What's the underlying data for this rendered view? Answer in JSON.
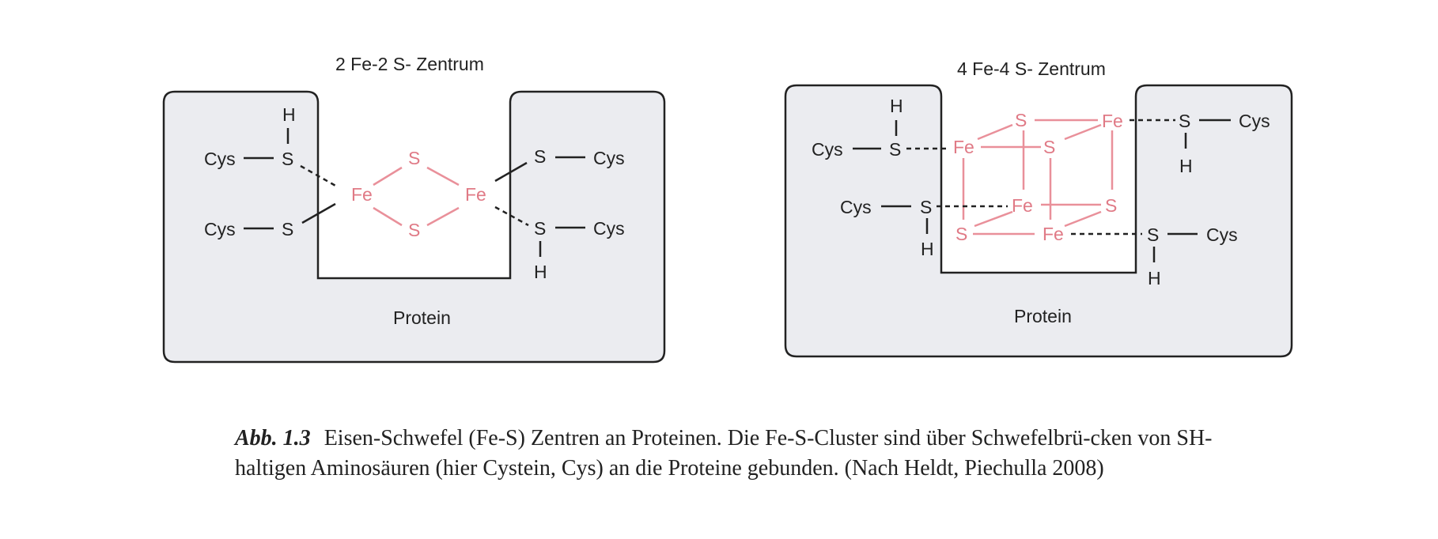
{
  "left": {
    "title": "2 Fe-2 S- Zentrum",
    "protein": "Protein",
    "cys": "Cys",
    "s": "S",
    "h": "H",
    "fe": "Fe"
  },
  "right": {
    "title": "4 Fe-4 S- Zentrum",
    "protein": "Protein",
    "cys": "Cys",
    "s": "S",
    "h": "H",
    "fe": "Fe"
  },
  "colors": {
    "bond": "#222222",
    "iron_sulfur": "#e07a86",
    "protein_fill": "#ebecf0"
  },
  "caption": {
    "label": "Abb. 1.3",
    "text": "Eisen-Schwefel (Fe-S) Zentren an Proteinen. Die Fe-S-Cluster sind über Schwefelbrü-cken von SH-haltigen Aminosäuren (hier Cystein, Cys) an die Proteine gebunden. (Nach Heldt, Piechulla 2008)"
  }
}
